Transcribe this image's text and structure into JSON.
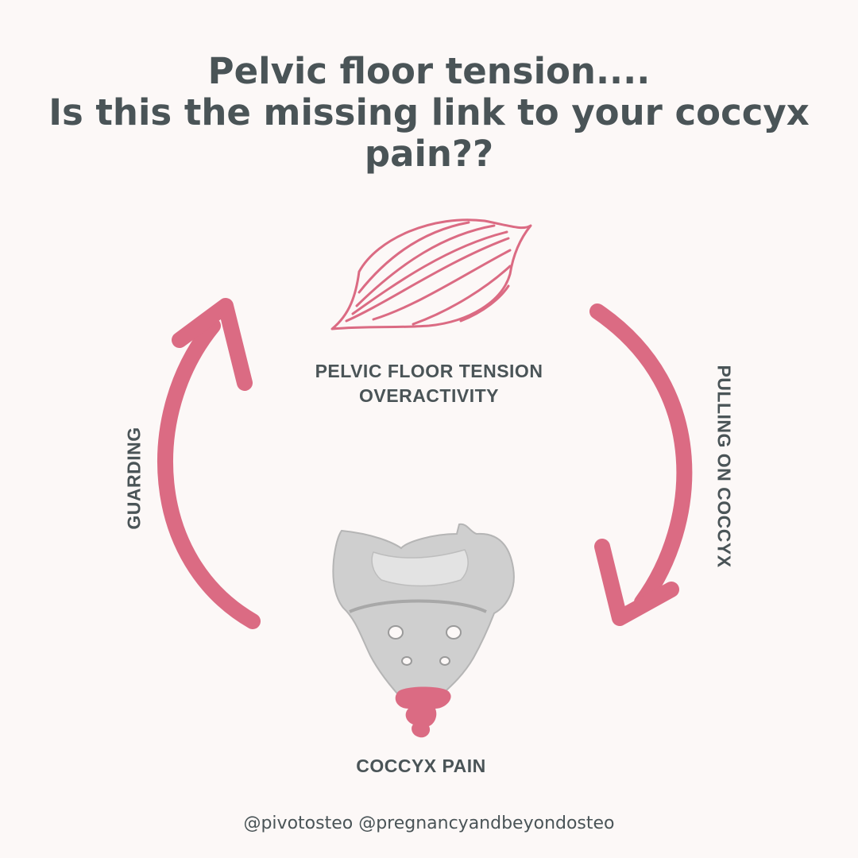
{
  "title": {
    "line1": "Pelvic floor tension....",
    "line2": "Is this the missing link to your coccyx",
    "line3": "pain??"
  },
  "cycle": {
    "top_label_line1": "PELVIC FLOOR TENSION",
    "top_label_line2": "OVERACTIVITY",
    "right_label": "PULLING ON COCCYX",
    "bottom_label": "COCCYX PAIN",
    "left_label": "GUARDING"
  },
  "footer": {
    "handles": "@pivotosteo @pregnancyandbeyondosteo"
  },
  "colors": {
    "background": "#fcf8f7",
    "text": "#4a5457",
    "accent_pink": "#db6b83",
    "bone_grey": "#cfcfcf"
  },
  "icons": {
    "muscle": "muscle-icon",
    "sacrum": "sacrum-icon",
    "arrow_left": "arrow-up-icon",
    "arrow_right": "arrow-down-icon"
  }
}
